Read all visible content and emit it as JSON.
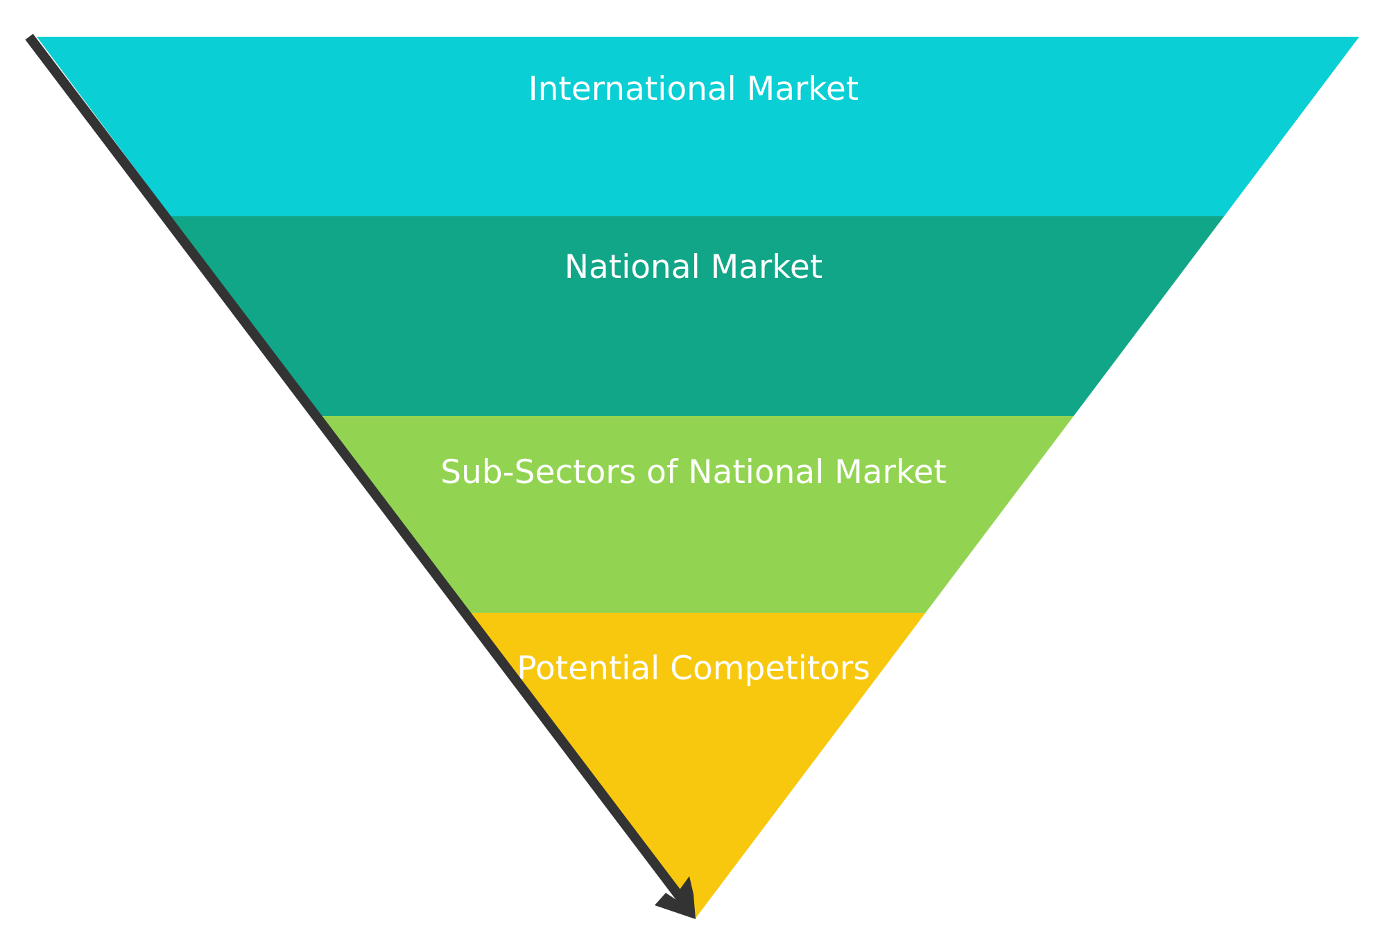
{
  "diagram": {
    "type": "funnel",
    "tiers": [
      {
        "label": "International Market",
        "color": "#0acfd4"
      },
      {
        "label": "National Market",
        "color": "#12a688"
      },
      {
        "label": "Sub-Sectors of National Market",
        "color": "#92d451"
      },
      {
        "label": "Potential Competitors",
        "color": "#f8c80f"
      }
    ],
    "arrow": {
      "direction": "down-right",
      "color": "#333333"
    }
  }
}
